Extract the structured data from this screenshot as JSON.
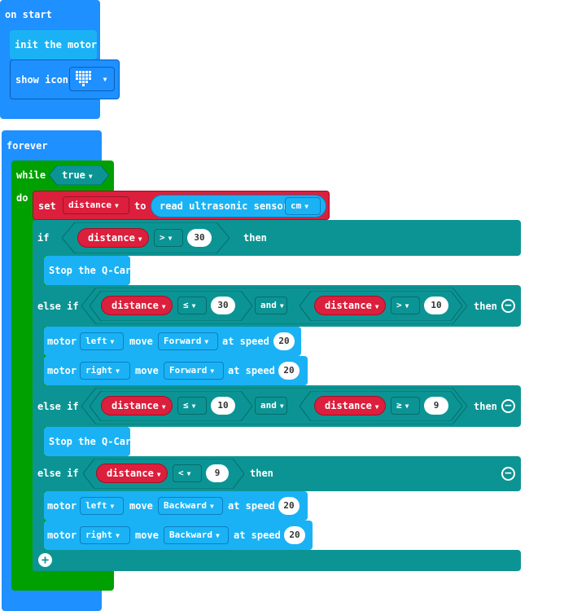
{
  "on_start": {
    "label": "on start",
    "init_motor": "init the motor",
    "show_icon": "show icon",
    "icon_name": "heart-icon"
  },
  "forever": {
    "label": "forever",
    "while_label": "while",
    "while_cond": "true",
    "do_label": "do",
    "set_label": "set",
    "set_var": "distance",
    "to_label": "to",
    "read_sensor": "read ultrasonic sensor",
    "sensor_unit": "cm",
    "if_label": "if",
    "then_label": "then",
    "else_if_label": "else if",
    "and_label": "and",
    "var": "distance",
    "stop_qcar": "Stop the Q-Car",
    "motor_label": "motor",
    "move_label": "move",
    "at_speed": "at speed",
    "left": "left",
    "right": "right",
    "forward": "Forward",
    "backward": "Backward",
    "speed_value": "20",
    "cond1_op": ">",
    "cond1_val": "30",
    "cond2a_op": "≤",
    "cond2a_val": "30",
    "cond2b_op": ">",
    "cond2b_val": "10",
    "cond3a_op": "≤",
    "cond3a_val": "10",
    "cond3b_op": "≥",
    "cond3b_val": "9",
    "cond4_op": "<",
    "cond4_val": "9"
  },
  "colors": {
    "event_blue": "#1e90ff",
    "motor_light_blue": "#1ab2f5",
    "loop_green": "#00a000",
    "logic_teal": "#0c9494",
    "variable_red": "#dc1f3c"
  }
}
